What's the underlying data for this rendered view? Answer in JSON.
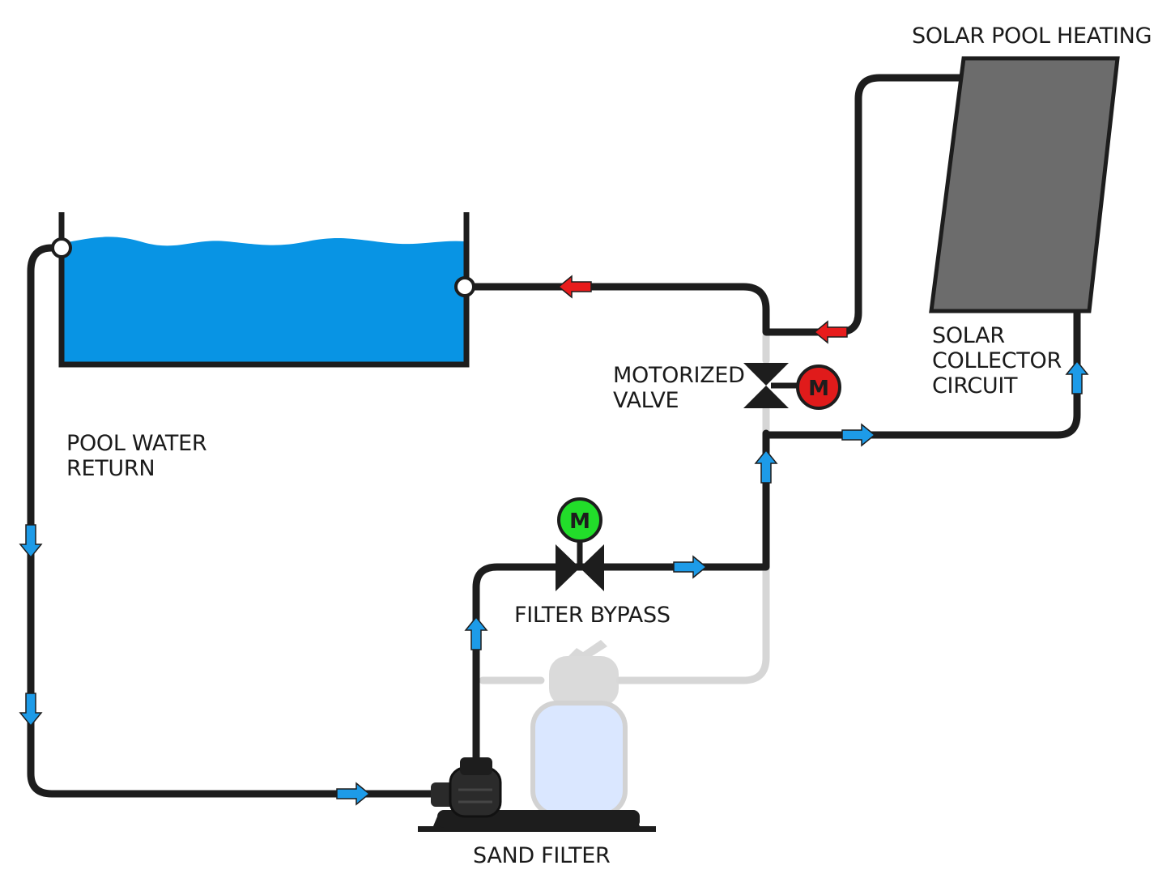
{
  "labels": {
    "solar_pool_heating": "SOLAR POOL HEATING",
    "solar_collector_circuit": [
      "SOLAR",
      "COLLECTOR",
      "CIRCUIT"
    ],
    "motorized_valve": [
      "MOTORIZED",
      "VALVE"
    ],
    "pool_water_return": [
      "POOL WATER",
      "RETURN"
    ],
    "filter_bypass": "FILTER BYPASS",
    "sand_filter": "SAND FILTER"
  },
  "valve_badges": {
    "motorized_valve_motor": "M",
    "bypass_valve_motor": "M"
  },
  "colors": {
    "water": "#0894e4",
    "pipe": "#1d1d1d",
    "flow_cold": "#1d9be8",
    "flow_hot": "#e81c1c",
    "motor_active": "#e01b1b",
    "motor_bypass": "#22dd2a",
    "collector": "#6c6c6c",
    "inactive_pipe": "#d6d6d6",
    "filter_tank": "#d9e6ff"
  },
  "icons": {
    "valve": "bowtie-valve-icon",
    "motor": "motor-badge-icon",
    "flow": "flow-arrow-icon",
    "pump": "pump-icon",
    "filter": "sand-filter-icon"
  }
}
